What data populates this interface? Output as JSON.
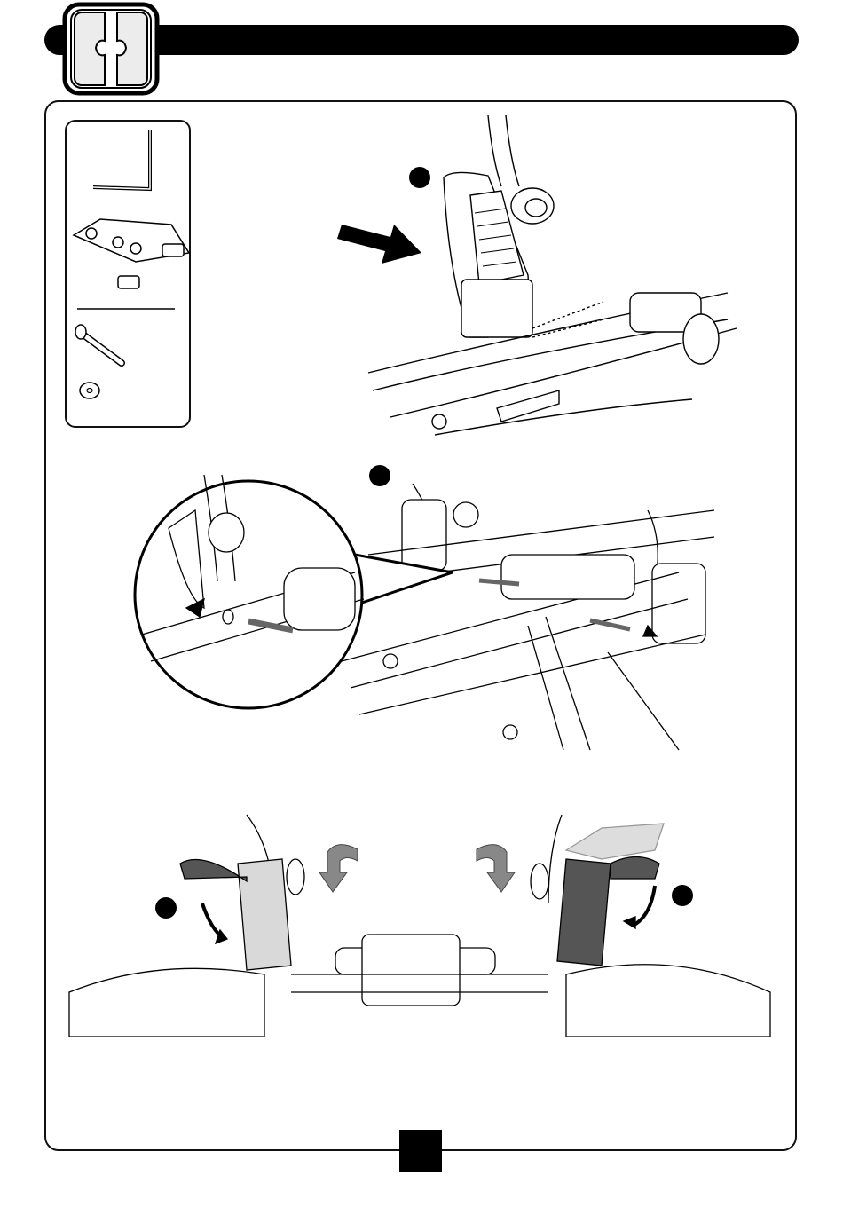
{
  "colors": {
    "ink": "#000000",
    "light_fill": "#e8e8e8",
    "dark_part": "#555555",
    "light_part": "#d9d9d9"
  },
  "steps": [
    {
      "marker": "step-marker-1"
    },
    {
      "marker": "step-marker-2"
    },
    {
      "marker": "step-marker-3-left"
    },
    {
      "marker": "step-marker-3-right"
    }
  ],
  "parts": [
    "allen-key",
    "seat-brackets",
    "bolt",
    "washer"
  ]
}
